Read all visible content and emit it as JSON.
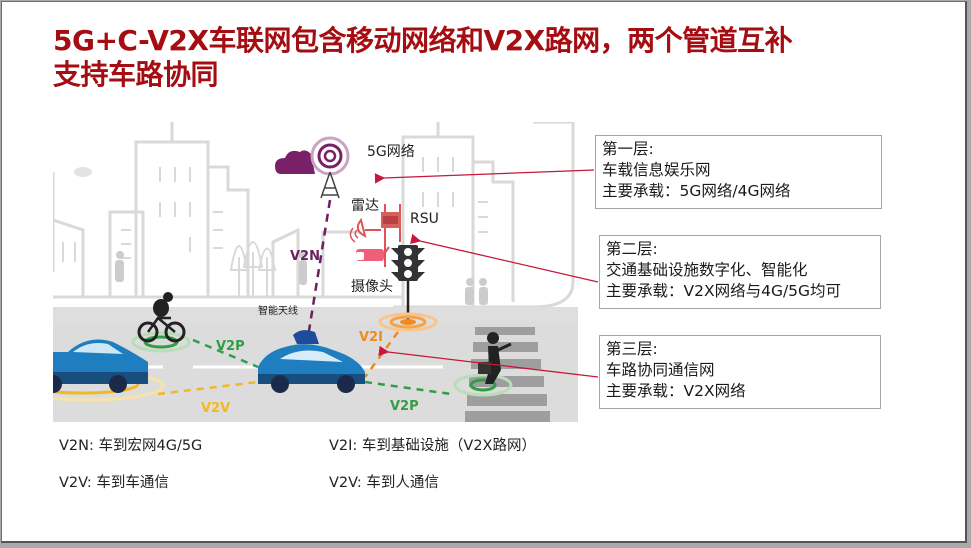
{
  "slide": {
    "title_line1": "5G+C-V2X车联网包含移动网络和V2X路网，两个管道互补",
    "title_line2": "支持车路协同",
    "title_color": "#a50d12"
  },
  "illustration": {
    "labels": {
      "network_5g": "5G网络",
      "radar": "雷达",
      "rsu": "RSU",
      "camera": "摄像头",
      "smart_antenna": "智能天线",
      "v2n": "V2N",
      "v2i": "V2I",
      "v2p_top": "V2P",
      "v2p_bottom": "V2P",
      "v2v": "V2V"
    },
    "colors": {
      "v2n": "#6b1f5e",
      "v2i": "#ef8a1c",
      "v2p": "#2f9e44",
      "v2v": "#f2b824",
      "car": "#1f7ec0",
      "road": "#dcdcdc",
      "building": "#d9d9d9",
      "rsu_red": "#e0525a",
      "arrow": "#c8163c"
    },
    "icons": [
      "cloud-icon",
      "cell-tower-icon",
      "radar-icon",
      "rsu-icon",
      "camera-icon",
      "traffic-light-icon",
      "car-icon",
      "cyclist-icon",
      "pedestrian-icon",
      "antenna-icon"
    ]
  },
  "layers": [
    {
      "heading": "第一层:",
      "name": "车载信息娱乐网",
      "carrier": "主要承载：5G网络/4G网络"
    },
    {
      "heading": "第二层:",
      "name": "交通基础设施数字化、智能化",
      "carrier": "主要承载：V2X网络与4G/5G均可"
    },
    {
      "heading": "第三层:",
      "name": "车路协同通信网",
      "carrier": "主要承载：V2X网络"
    }
  ],
  "legend": [
    {
      "text": "V2N: 车到宏网4G/5G"
    },
    {
      "text": "V2I: 车到基础设施（V2X路网）"
    },
    {
      "text": "V2V: 车到车通信"
    },
    {
      "text": "V2V: 车到人通信"
    }
  ]
}
